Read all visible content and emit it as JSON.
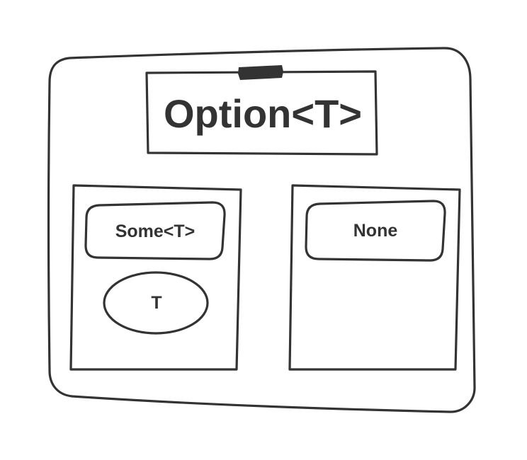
{
  "diagram": {
    "title": "Option<T>",
    "variants": [
      {
        "label": "Some<T>",
        "inner": "T"
      },
      {
        "label": "None"
      }
    ]
  },
  "colors": {
    "stroke": "#333333",
    "tape": "#333333",
    "background": "#ffffff"
  }
}
